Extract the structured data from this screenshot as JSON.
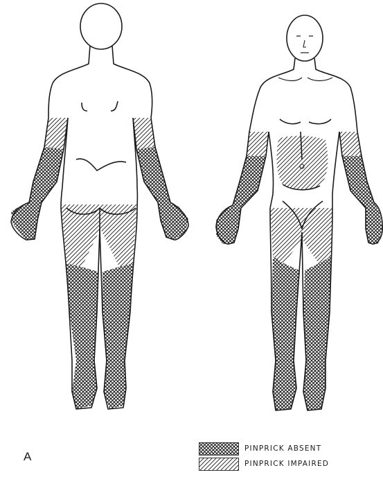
{
  "figure": {
    "panel_letter": "A",
    "views": [
      "posterior",
      "anterior"
    ]
  },
  "legend": {
    "items": [
      {
        "label": "PINPRICK ABSENT",
        "pattern": "crosshatch"
      },
      {
        "label": "PINPRICK IMPAIRED",
        "pattern": "diagonal-hatch"
      }
    ]
  },
  "colors": {
    "ink": "#1a1a1a",
    "paper": "#ffffff"
  }
}
